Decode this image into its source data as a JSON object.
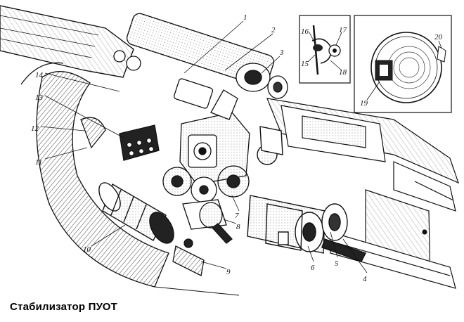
{
  "caption": "Стабилизатор ПУОТ",
  "callouts": [
    "1",
    "2",
    "3",
    "4",
    "5",
    "6",
    "7",
    "8",
    "9",
    "10",
    "11",
    "12",
    "13",
    "14",
    "15",
    "16",
    "17",
    "18",
    "19",
    "20"
  ],
  "colors": {
    "ink": "#111111",
    "paper": "#ffffff",
    "hatch": "#555555"
  },
  "insets": [
    {
      "name": "linkage-detail",
      "labels": [
        "15",
        "16",
        "17",
        "18"
      ]
    },
    {
      "name": "round-sight-detail",
      "labels": [
        "19",
        "20"
      ]
    }
  ]
}
